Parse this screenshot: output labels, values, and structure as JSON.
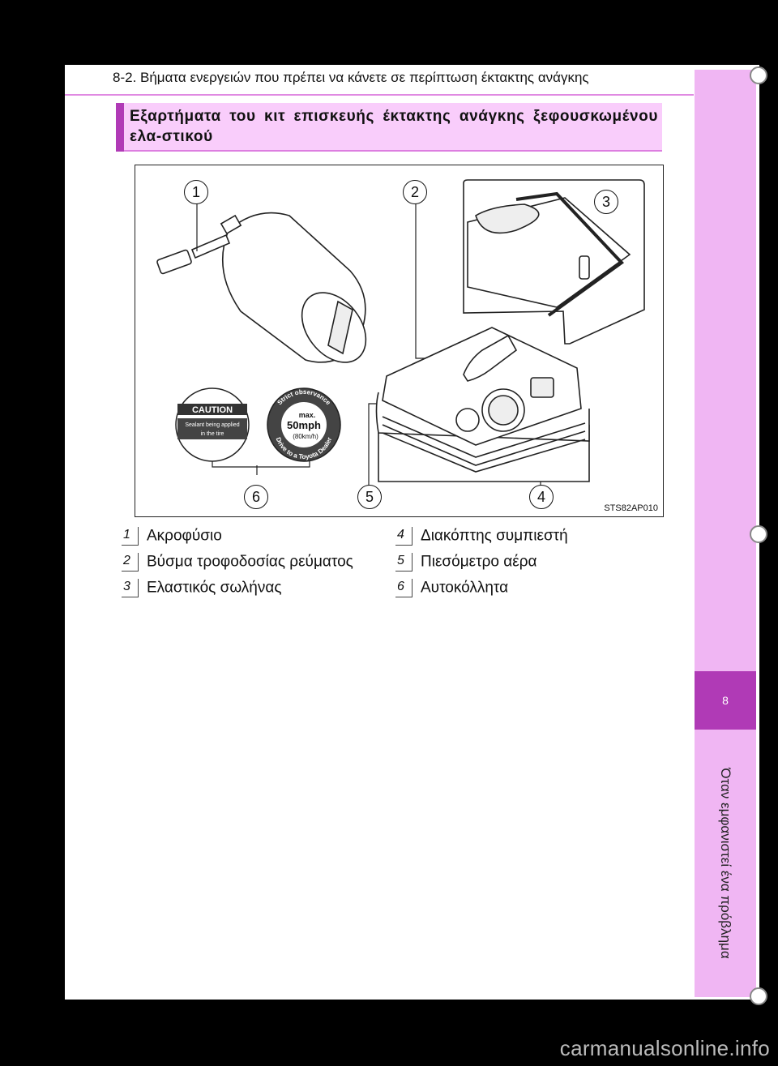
{
  "running_head": "8-2. Βήματα ενεργειών που πρέπει να κάνετε σε περίπτωση έκτακτης ανάγκης",
  "section_title": "Εξαρτήματα του κιτ επισκευής έκτακτης ανάγκης ξεφουσκωμένου ελα-στικού",
  "figure": {
    "code": "STS82AP010",
    "callouts": [
      "1",
      "2",
      "3",
      "4",
      "5",
      "6"
    ],
    "caution_sticker": {
      "heading": "CAUTION",
      "line1": "Sealant being applied",
      "line2": "in the tire"
    },
    "speed_sticker": {
      "arc_top": "Strict observance",
      "arc_bottom": "Drive to a Toyota Dealer",
      "max": "max.",
      "speed": "50mph",
      "metric": "(80km/h)"
    }
  },
  "legend": [
    {
      "num": "1",
      "label": "Ακροφύσιο"
    },
    {
      "num": "2",
      "label": "Βύσμα τροφοδοσίας ρεύματος"
    },
    {
      "num": "3",
      "label": "Ελαστικός σωλήνας"
    },
    {
      "num": "4",
      "label": "Διακόπτης συμπιεστή"
    },
    {
      "num": "5",
      "label": "Πιεσόμετρο αέρα"
    },
    {
      "num": "6",
      "label": "Αυτοκόλλητα"
    }
  ],
  "side_tab": {
    "chapter_number": "8",
    "chapter_title": "Όταν εμφανιστεί ένα πρόβλημα"
  },
  "watermark": "carmanualsonline.info"
}
